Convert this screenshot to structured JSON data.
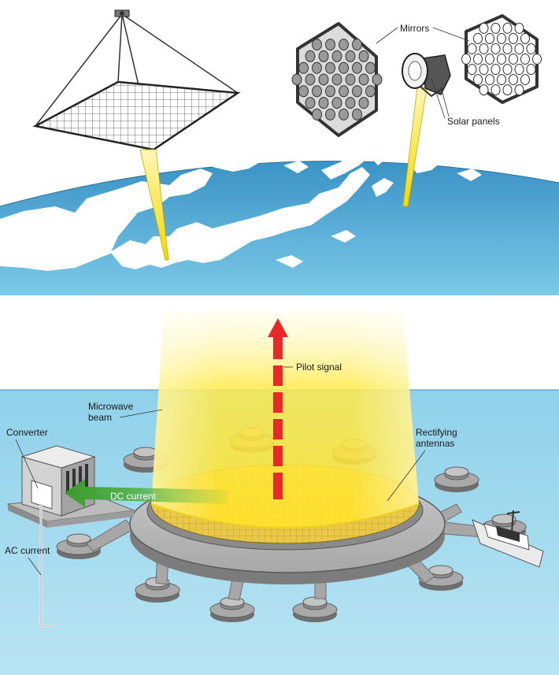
{
  "labels": {
    "mirrors": "Mirrors",
    "solar_panels": "Solar panels",
    "pilot_signal": "Pilot signal",
    "microwave_beam_line1": "Microwave",
    "microwave_beam_line2": "beam",
    "rectifying_line1": "Rectifying",
    "rectifying_line2": "antennas",
    "converter": "Converter",
    "dc_current": "DC current",
    "ac_current": "AC current"
  },
  "colors": {
    "ocean": "#5cb6dc",
    "land": "#ffffff",
    "beam": "#ffe23a",
    "pilot_signal": "#e62a2a",
    "dc_arrow": "#4caf3c",
    "platform": "#9c9c9c",
    "sea": "#8ed3ea"
  }
}
